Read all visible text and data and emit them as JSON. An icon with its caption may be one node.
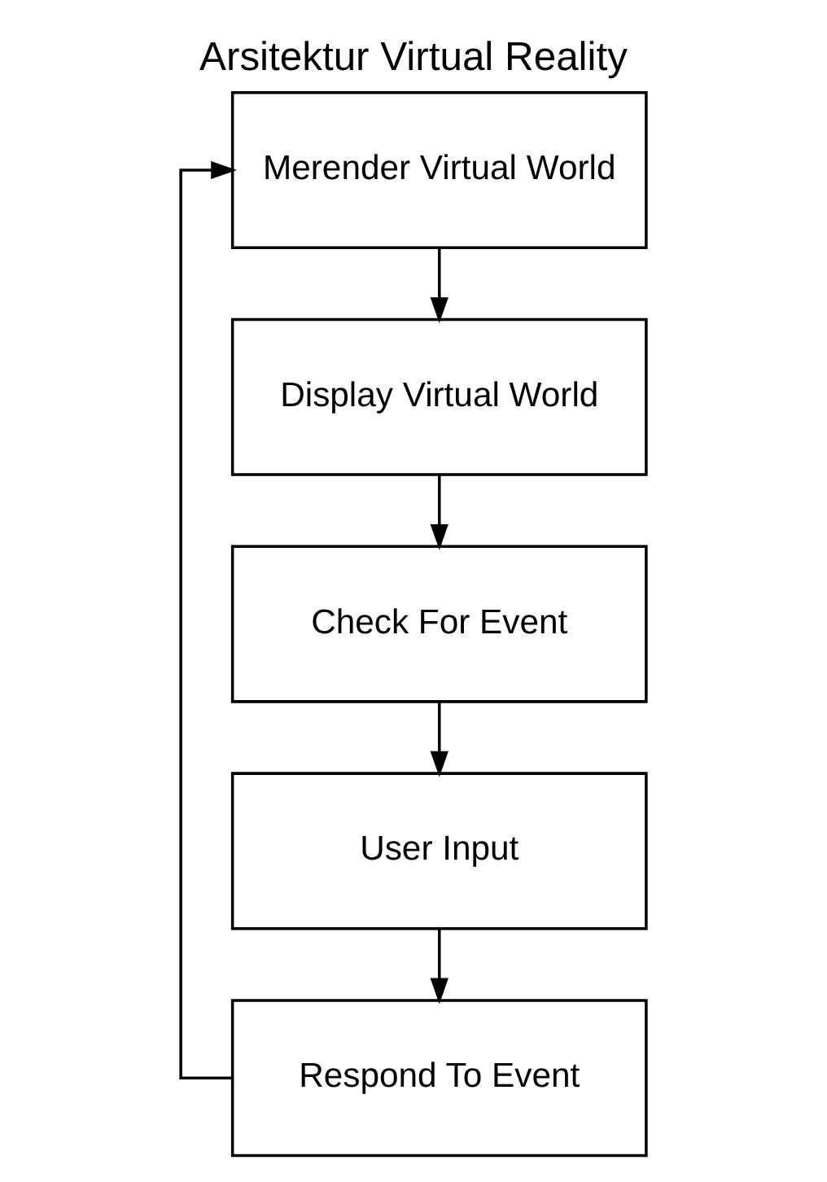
{
  "diagram": {
    "title": "Arsitektur Virtual Reality",
    "nodes": [
      {
        "text": [
          "Merender Virtual World"
        ]
      },
      {
        "text": [
          "Display Virtual World"
        ]
      },
      {
        "text": [
          "Check For Event"
        ]
      },
      {
        "text": [
          "User Input"
        ]
      },
      {
        "text": [
          "Respond To Event"
        ]
      }
    ],
    "edges": [
      {
        "from": 0,
        "to": 1,
        "arrow": "to"
      },
      {
        "from": 1,
        "to": 2,
        "arrow": "to"
      },
      {
        "from": 2,
        "to": 3,
        "arrow": "to"
      },
      {
        "from": 3,
        "to": 4,
        "arrow": "to"
      },
      {
        "from": 4,
        "to": 0,
        "arrow": "to"
      }
    ]
  }
}
